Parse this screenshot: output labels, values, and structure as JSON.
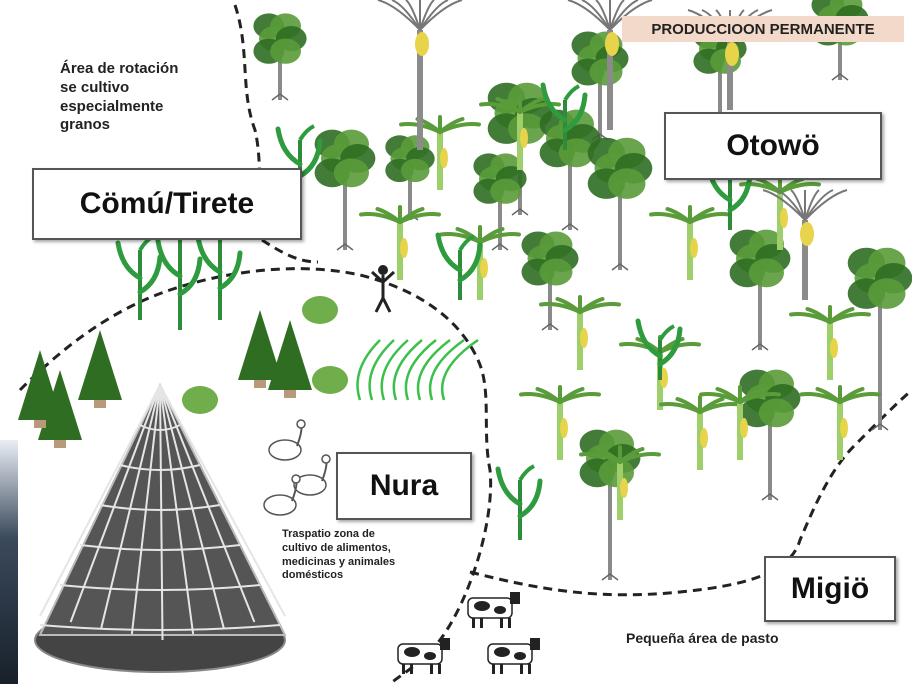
{
  "zones": {
    "comu": {
      "title": "Cömú/Tirete"
    },
    "otowo": {
      "title": "Otowö"
    },
    "nura": {
      "title": "Nura"
    },
    "migio": {
      "title": "Migiö"
    }
  },
  "notes": {
    "rotation": [
      "Área de rotación",
      "se cultivo",
      "especialmente",
      "granos"
    ],
    "traspatio": [
      "Traspatio zona de",
      "cultivo  de alimentos,",
      "medicinas y animales",
      "domésticos"
    ],
    "pasture": "Pequeña  área de pasto",
    "banner": "PRODUCCIOON  PERMANENTE"
  },
  "colors": {
    "tree_leaf": "#5a9b3a",
    "tree_leaf_dark": "#2f6d22",
    "plantain_stem": "#9fcf6a",
    "fruit": "#e7d44a",
    "boundary": "#222222",
    "banner_bg": "#f3d9c9"
  },
  "icons": [
    "tree-icon",
    "plantain-icon",
    "corn-plant-icon",
    "palm-icon",
    "goose-icon",
    "cow-icon",
    "conical-hut-icon",
    "person-icon"
  ]
}
